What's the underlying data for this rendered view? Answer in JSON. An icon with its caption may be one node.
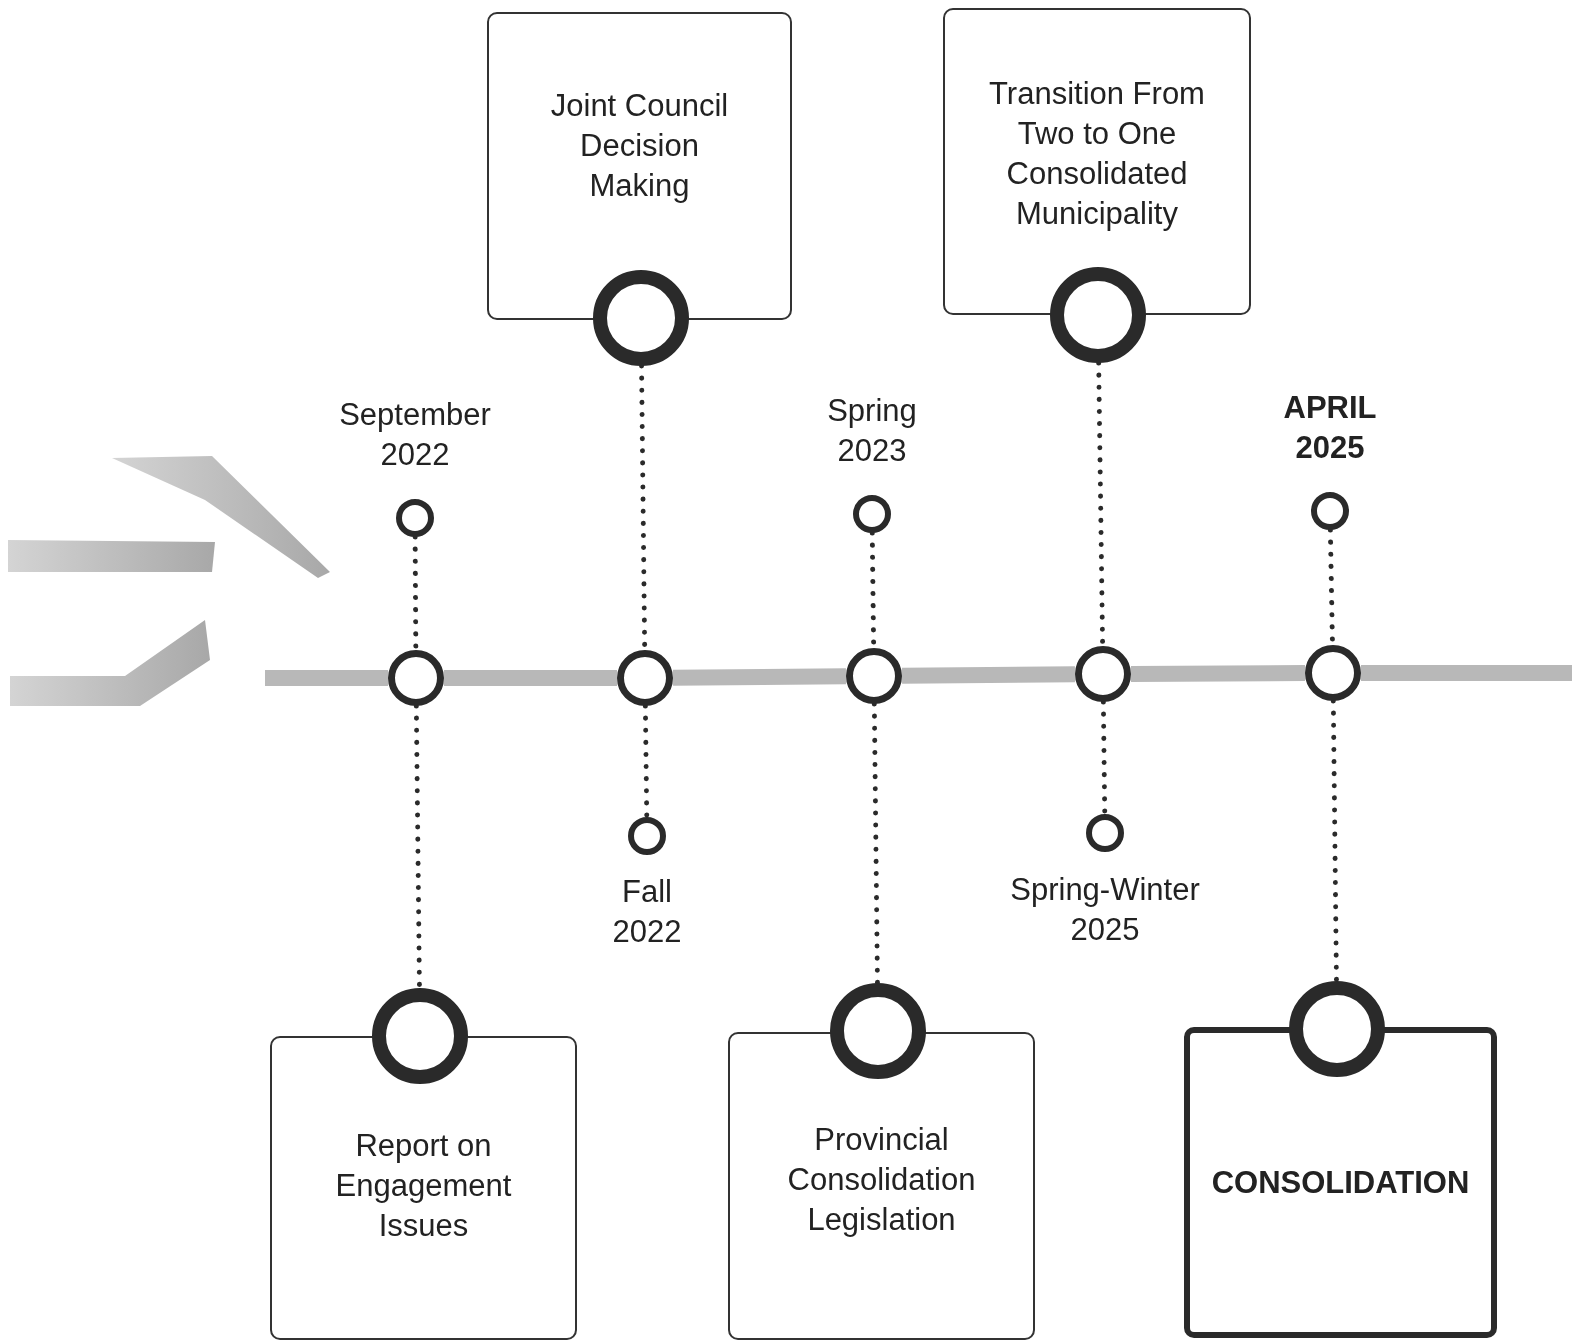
{
  "diagram": {
    "nodes": [
      {
        "text": [
          "Joint Council Decision Making"
        ]
      },
      {
        "text": [
          "Transition From Two to One Consolidated Municipality"
        ]
      },
      {
        "text": [],
        "shape": "circle"
      },
      {
        "text": [],
        "shape": "circle"
      },
      {
        "text": [],
        "shape": "circle",
        "beside": [
          "September 2022"
        ]
      },
      {
        "text": [],
        "shape": "circle",
        "beside": [
          "Spring 2023"
        ]
      },
      {
        "text": [],
        "shape": "circle",
        "beside": [
          "APRIL 2025"
        ]
      },
      {
        "text": [],
        "shape": "circle"
      },
      {
        "text": [],
        "shape": "circle"
      },
      {
        "text": [],
        "shape": "circle"
      },
      {
        "text": [],
        "shape": "circle"
      },
      {
        "text": [],
        "shape": "circle"
      },
      {
        "text": [],
        "shape": "circle",
        "beside": [
          "Fall 2022"
        ]
      },
      {
        "text": [],
        "shape": "circle",
        "beside": [
          "Spring-Winter 2025"
        ]
      },
      {
        "text": [],
        "shape": "circle"
      },
      {
        "text": [],
        "shape": "circle"
      },
      {
        "text": [],
        "shape": "circle"
      },
      {
        "text": [
          "Report on Engagement Issues"
        ]
      },
      {
        "text": [
          "Provincial Consolidation Legislation"
        ]
      },
      {
        "text": [
          "CONSOLIDATION"
        ]
      }
    ],
    "edges": [
      {
        "from": 4,
        "to": 7,
        "arrow": "none",
        "style": "dashed"
      },
      {
        "from": 2,
        "to": 8,
        "arrow": "none",
        "style": "dashed"
      },
      {
        "from": 5,
        "to": 9,
        "arrow": "none",
        "style": "dashed"
      },
      {
        "from": 3,
        "to": 10,
        "arrow": "none",
        "style": "dashed"
      },
      {
        "from": 6,
        "to": 11,
        "arrow": "none",
        "style": "dashed"
      },
      {
        "from": 7,
        "to": 14,
        "arrow": "none",
        "style": "dashed"
      },
      {
        "from": 8,
        "to": 12,
        "arrow": "none",
        "style": "dashed"
      },
      {
        "from": 9,
        "to": 15,
        "arrow": "none",
        "style": "dashed"
      },
      {
        "from": 10,
        "to": 13,
        "arrow": "none",
        "style": "dashed"
      },
      {
        "from": 11,
        "to": 16,
        "arrow": "none",
        "style": "dashed"
      },
      {
        "from": null,
        "to": 7,
        "arrow": "none",
        "style": "thick",
        "color": "#b8b8b8"
      },
      {
        "from": 7,
        "to": 8,
        "arrow": "none",
        "style": "thick",
        "color": "#b8b8b8"
      },
      {
        "from": 8,
        "to": 9,
        "arrow": "none",
        "style": "thick",
        "color": "#b8b8b8"
      },
      {
        "from": 9,
        "to": 10,
        "arrow": "none",
        "style": "thick",
        "color": "#b8b8b8"
      },
      {
        "from": 10,
        "to": 11,
        "arrow": "none",
        "style": "thick",
        "color": "#b8b8b8"
      },
      {
        "from": 11,
        "to": null,
        "arrow": "none",
        "style": "thick",
        "color": "#b8b8b8"
      }
    ]
  }
}
